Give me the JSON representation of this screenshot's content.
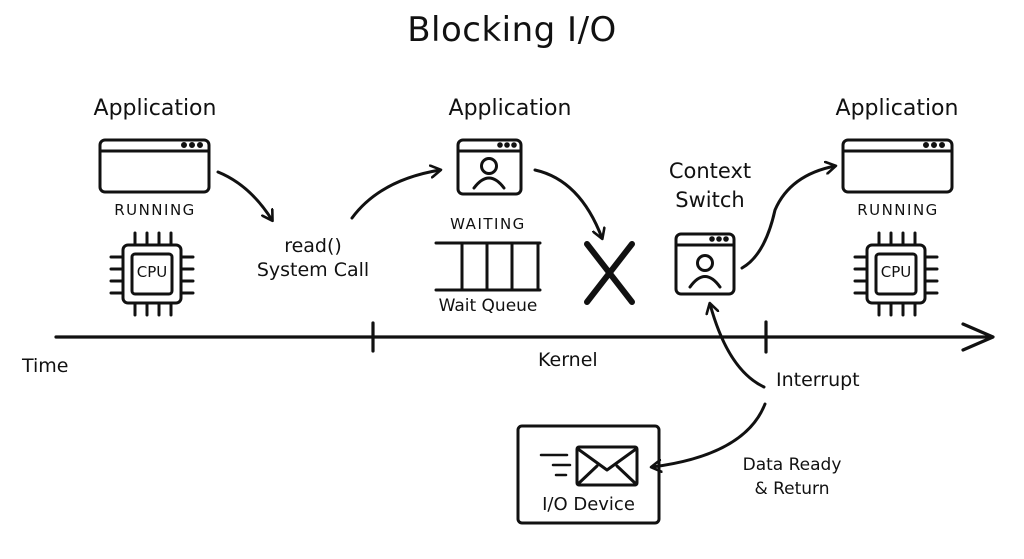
{
  "title": "Blocking I/O",
  "stages": [
    {
      "label": "Application",
      "icon": "app-window-icon",
      "state": "RUNNING",
      "resource": "CPU"
    },
    {
      "label": "Application",
      "icon": "app-user-window-icon",
      "state": "WAITING",
      "resource": "Wait Queue"
    },
    {
      "label": "Application",
      "icon": "app-window-icon",
      "state": "RUNNING",
      "resource": "CPU"
    }
  ],
  "syscall": {
    "line1": "read()",
    "line2": "System Call"
  },
  "context_switch": {
    "line1": "Context",
    "line2": "Switch"
  },
  "timeline": {
    "start_label": "Time",
    "kernel_label": "Kernel"
  },
  "interrupt_label": "Interrupt",
  "io_device": {
    "label": "I/O Device",
    "icon": "envelope-icon"
  },
  "data_ready": {
    "line1": "Data Ready",
    "line2": "& Return"
  },
  "blocked_marker": "x-icon",
  "colors": {
    "ink": "#111111",
    "background": "#ffffff"
  }
}
